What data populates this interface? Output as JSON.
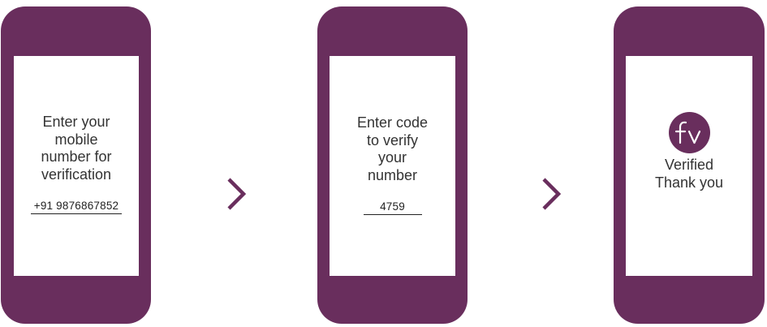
{
  "colors": {
    "brand": "#692e5d",
    "screen_bg": "#ffffff",
    "text": "#333333"
  },
  "steps": [
    {
      "prompt_lines": [
        "Enter your",
        "mobile",
        "number for",
        "verification"
      ],
      "input_value": "+91 9876867852"
    },
    {
      "prompt_lines": [
        "Enter code",
        "to verify",
        "your",
        "number"
      ],
      "input_value": "4759"
    },
    {
      "prompt_lines": [
        "Verified",
        "Thank you"
      ],
      "logo": "fv-logo-icon"
    }
  ],
  "connectors": [
    "chevron-right-icon",
    "chevron-right-icon"
  ]
}
